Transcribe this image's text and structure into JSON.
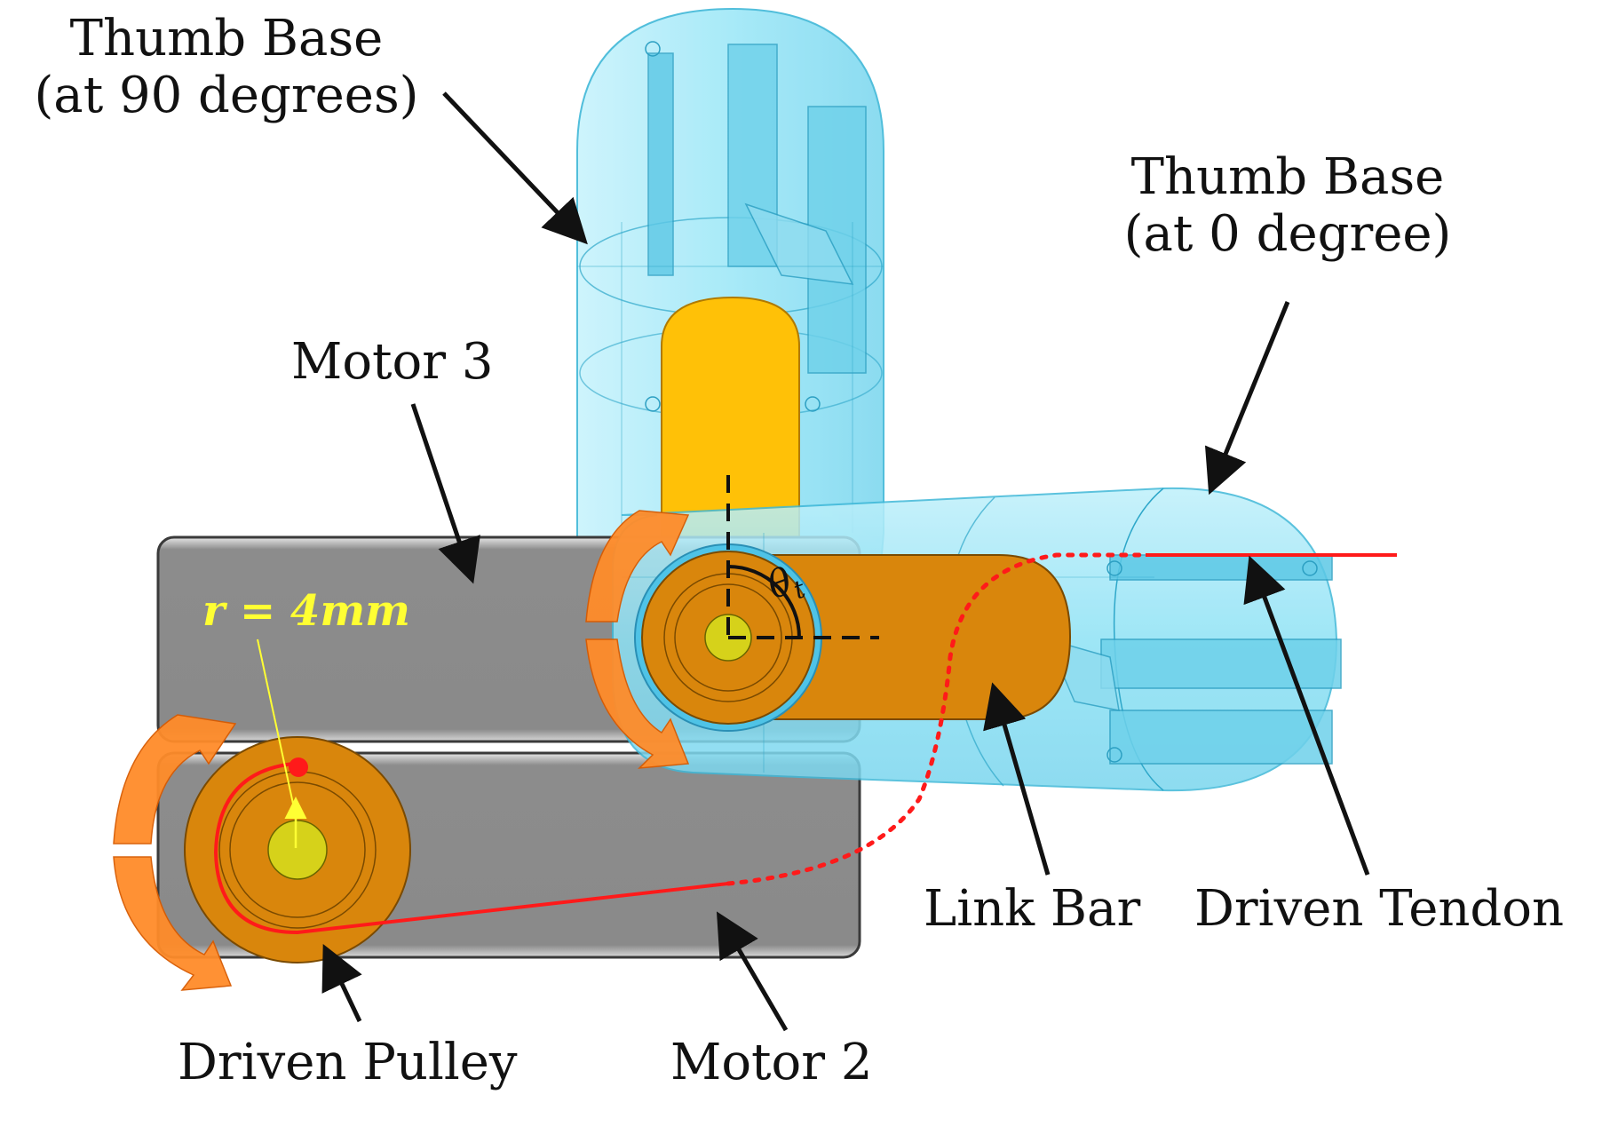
{
  "labels": {
    "thumb_base_90_line1": "Thumb Base",
    "thumb_base_90_line2": "(at 90 degrees)",
    "thumb_base_0_line1": "Thumb Base",
    "thumb_base_0_line2": "(at 0 degree)",
    "motor3": "Motor 3",
    "motor2": "Motor 2",
    "driven_pulley": "Driven Pulley",
    "link_bar": "Link Bar",
    "driven_tendon": "Driven Tendon",
    "radius": "r = 4mm",
    "theta_base": "θ",
    "theta_sub": "t"
  },
  "colors": {
    "thumb_base": "#8fe3f5",
    "thumb_base_edge": "#3fb8d8",
    "motor": "#8c8c8c",
    "motor_edge": "#3a3a3a",
    "pulley": "#d9860c",
    "link_bar": "#d9860c",
    "finger_link": "#ffc107",
    "hub": "#d6d21a",
    "tendon": "#ff1a1a",
    "rotation_arrow": "#ff8c2a",
    "radius_label": "#ffff33"
  }
}
